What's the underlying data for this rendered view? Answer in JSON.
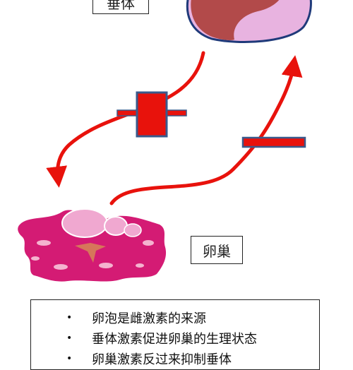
{
  "labels": {
    "pituitary": "垂体",
    "ovary": "卵巢"
  },
  "bullets": [
    "卵泡是雌激素的来源",
    "垂体激素促进卵巢的生理状态",
    "卵巢激素反过来抑制垂体"
  ],
  "bullet_symbol": "•",
  "colors": {
    "arrow": "#e8120c",
    "inhibit_bar": "#e8120c",
    "inhibit_outline": "#3a5a8c",
    "pituitary_dark": "#b24a4a",
    "pituitary_light": "#e8b3e0",
    "pituitary_outline": "#1f3a7a",
    "ovary_body": "#d41b74",
    "ovary_follicle": "#f0a8d0",
    "ovary_spot": "#f4b3cf",
    "ovary_core": "#d6765a"
  }
}
